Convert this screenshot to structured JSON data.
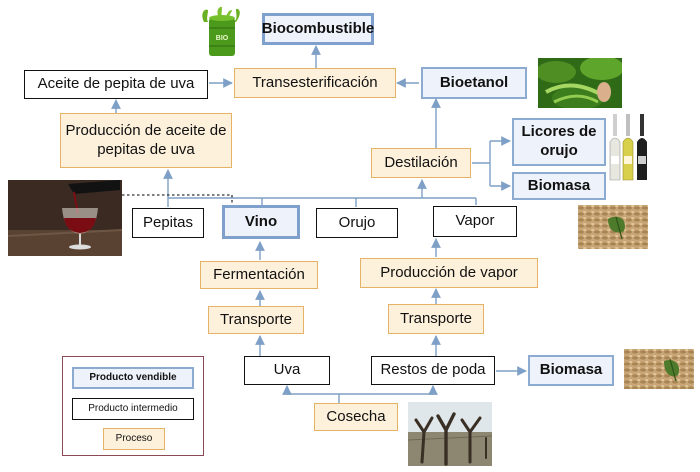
{
  "colors": {
    "process_fill": "#fdf1dc",
    "process_border": "#e5b266",
    "intermediate_border": "#111111",
    "product_fill": "#eef3fb",
    "product_border": "#8daad1",
    "arrow": "#7ea0c6",
    "legend_border": "#8b4a55"
  },
  "nodes": {
    "biocombustible": "Biocombustible",
    "transesterificacion": "Transesterificación",
    "aceite_pepita": "Aceite de pepita de uva",
    "bioetanol": "Bioetanol",
    "produccion_aceite": "Producción de aceite de pepitas de uva",
    "destilacion": "Destilación",
    "licores": "Licores de orujo",
    "biomasa_top": "Biomasa",
    "pepitas": "Pepitas",
    "vino": "Vino",
    "orujo": "Orujo",
    "vapor": "Vapor",
    "fermentacion": "Fermentación",
    "produccion_vapor": "Producción de vapor",
    "transporte_left": "Transporte",
    "transporte_right": "Transporte",
    "uva": "Uva",
    "restos_poda": "Restos de poda",
    "biomasa_bottom": "Biomasa",
    "cosecha": "Cosecha"
  },
  "legend": {
    "producto_vendible": "Producto vendible",
    "producto_intermedio": "Producto intermedio",
    "proceso": "Proceso"
  },
  "images": {
    "barrel_label": "BIO",
    "pictures": [
      "green-barrel-icon",
      "bean-plant-photo",
      "liqueur-bottles-photo",
      "wine-glass-photo",
      "pellets-photo",
      "vineyard-photo"
    ]
  }
}
